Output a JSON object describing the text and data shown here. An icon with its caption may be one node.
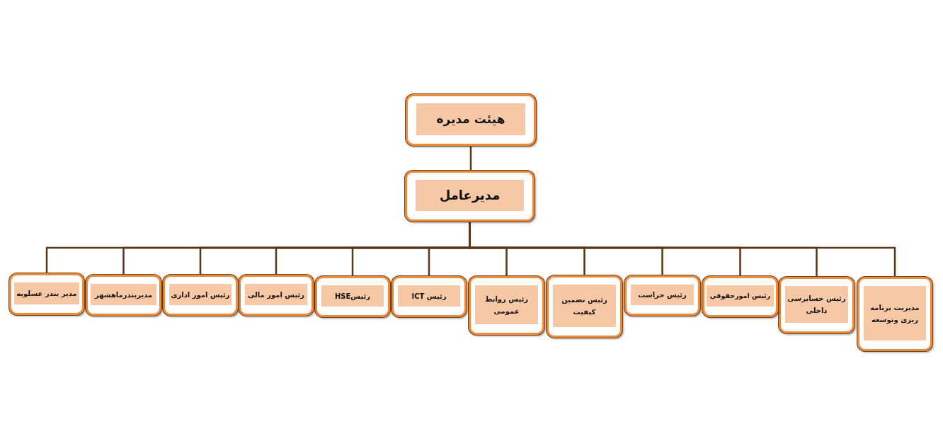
{
  "diagram": {
    "nodes": [
      {
        "text": [
          "هیئت مدیره"
        ]
      },
      {
        "text": [
          "مدیرعامل"
        ]
      },
      {
        "text": [
          "مدیریت برنامه ریزی وتوسعه"
        ]
      },
      {
        "text": [
          "رئیس حسابرسی داخلی"
        ]
      },
      {
        "text": [
          "رئیس امورحقوقی"
        ]
      },
      {
        "text": [
          "رئیس حراست"
        ]
      },
      {
        "text": [
          "رئیس تضمین کیفیت"
        ]
      },
      {
        "text": [
          "رئیس روابط عمومی"
        ]
      },
      {
        "text": [
          "رئیس ICT"
        ]
      },
      {
        "text": [
          "رئیسHSE"
        ]
      },
      {
        "text": [
          "رئیس امور مالی"
        ]
      },
      {
        "text": [
          "رئیس امور اداری"
        ]
      },
      {
        "text": [
          "مدیربندرماهشهر"
        ]
      },
      {
        "text": [
          "مدیر بندر عسلویه"
        ]
      }
    ],
    "edges": [
      {
        "from": 0,
        "to": 1,
        "arrow": "none"
      },
      {
        "from": 1,
        "to": 2,
        "arrow": "none"
      },
      {
        "from": 1,
        "to": 3,
        "arrow": "none"
      },
      {
        "from": 1,
        "to": 4,
        "arrow": "none"
      },
      {
        "from": 1,
        "to": 5,
        "arrow": "none"
      },
      {
        "from": 1,
        "to": 6,
        "arrow": "none"
      },
      {
        "from": 1,
        "to": 7,
        "arrow": "none"
      },
      {
        "from": 1,
        "to": 8,
        "arrow": "none"
      },
      {
        "from": 1,
        "to": 9,
        "arrow": "none"
      },
      {
        "from": 1,
        "to": 10,
        "arrow": "none"
      },
      {
        "from": 1,
        "to": 11,
        "arrow": "none"
      },
      {
        "from": 1,
        "to": 12,
        "arrow": "none"
      },
      {
        "from": 1,
        "to": 13,
        "arrow": "none"
      }
    ]
  }
}
